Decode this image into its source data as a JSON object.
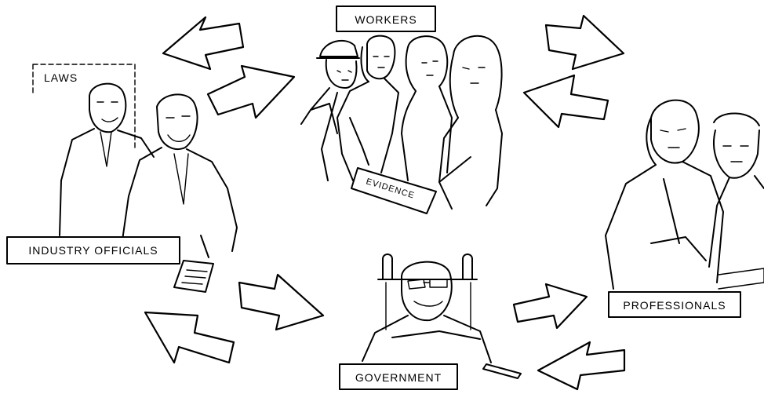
{
  "labels": {
    "workers": "WORKERS",
    "laws": "LAWS",
    "industry_officials": "INDUSTRY OFFICIALS",
    "evidence": "EVIDENCE",
    "professionals": "PROFESSIONALS",
    "government": "GOVERNMENT"
  },
  "icons": {
    "flow_arrow": "block-arrow-icon"
  }
}
